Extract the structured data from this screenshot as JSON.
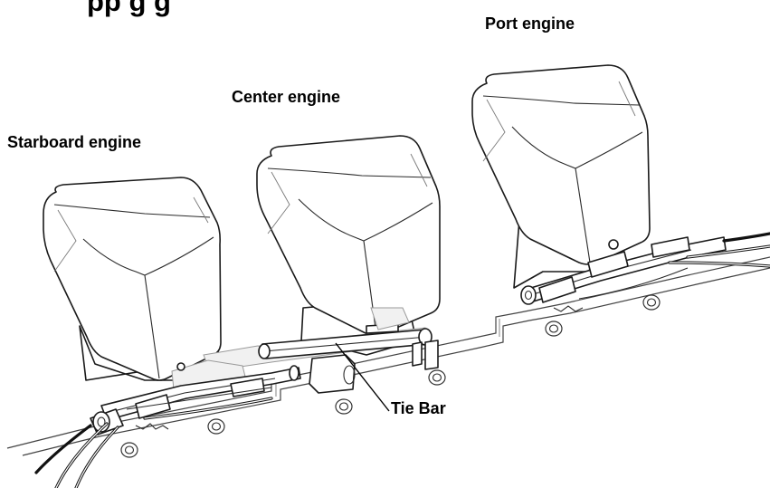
{
  "diagram": {
    "title_fragment": "pp   g    g",
    "labels": {
      "port_engine": "Port engine",
      "center_engine": "Center engine",
      "starboard_engine": "Starboard engine",
      "tie_bar": "Tie Bar"
    }
  }
}
